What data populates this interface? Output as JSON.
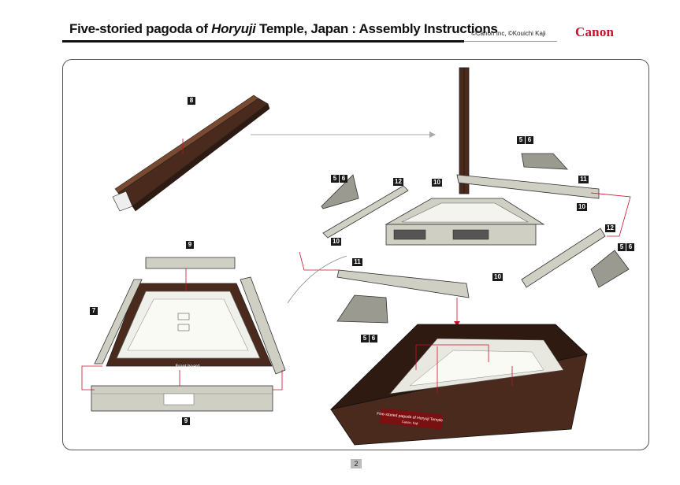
{
  "header": {
    "title_pre": "Five-storied pagoda of ",
    "title_italic": "Horyuji",
    "title_post": " Temple, Japan : Assembly Instructions",
    "copyright": "©Canon Inc, ©Kouichi Kaji",
    "brand": "Canon"
  },
  "labels": {
    "front_board": "Front board",
    "plaque_line1": "Five-storied pagoda of Horyuji Temple",
    "plaque_line2": "Canon, Kaji"
  },
  "steps": {
    "s8": "8",
    "s9a": "9",
    "s9b": "9",
    "s7": "7",
    "s56a": "5",
    "s56b": "6",
    "s56c": "5",
    "s56d": "6",
    "s56e": "5",
    "s56f": "6",
    "s56g": "5",
    "s56h": "6",
    "s10a": "10",
    "s10b": "10",
    "s10c": "10",
    "s10d": "10",
    "s11a": "11",
    "s11b": "11",
    "s12a": "12",
    "s12b": "12"
  },
  "page": {
    "number": "2"
  },
  "colors": {
    "accent": "#c8102e",
    "wood": "#4a2a1c",
    "panel": "#cfcfc4"
  }
}
